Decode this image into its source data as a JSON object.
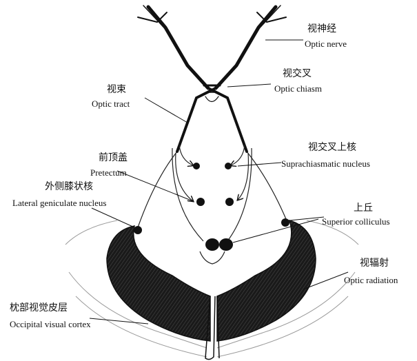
{
  "labels": {
    "optic_nerve": {
      "zh": "视神经",
      "en": "Optic nerve"
    },
    "optic_chiasm": {
      "zh": "视交叉",
      "en": "Optic chiasm"
    },
    "optic_tract": {
      "zh": "视束",
      "en": "Optic tract"
    },
    "pretectum": {
      "zh": "前顶盖",
      "en": "Pretectum"
    },
    "suprachiasmatic": {
      "zh": "视交叉上核",
      "en": "Suprachiasmatic nucleus"
    },
    "lgn": {
      "zh": "外侧膝状核",
      "en": "Lateral geniculate nucleus"
    },
    "superior_colliculus": {
      "zh": "上丘",
      "en": "Superior colliculus"
    },
    "optic_radiation": {
      "zh": "视辐射",
      "en": "Optic radiation"
    },
    "occipital_cortex": {
      "zh": "枕部视觉皮层",
      "en": "Occipital visual cortex"
    }
  }
}
